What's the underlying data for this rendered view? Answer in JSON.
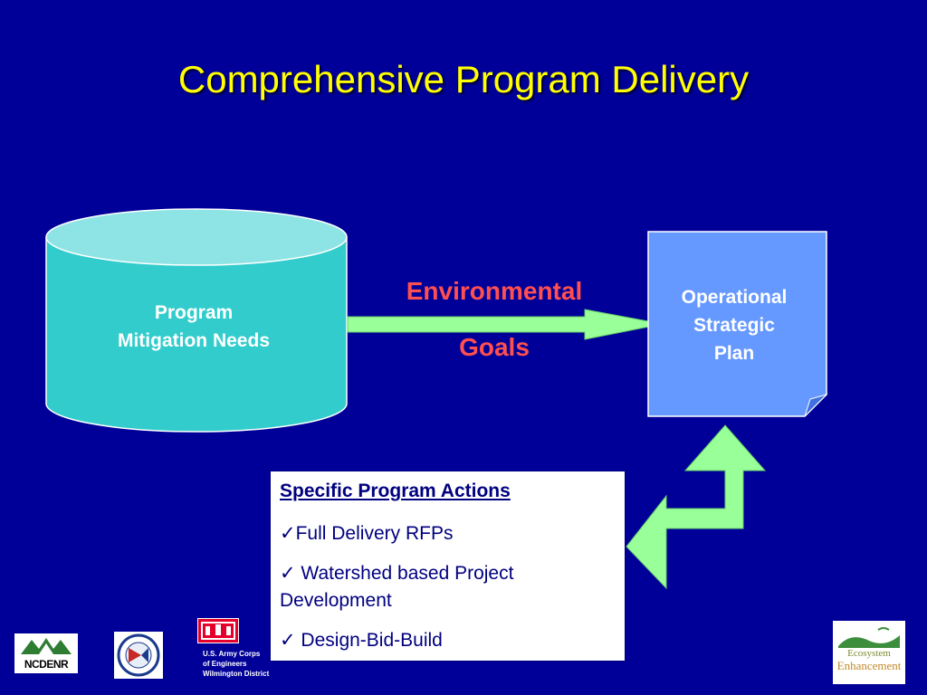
{
  "slide": {
    "title": "Comprehensive Program Delivery",
    "background_color": "#000099",
    "title_color": "#FFFF00"
  },
  "diagram": {
    "source_node": {
      "line1": "Program",
      "line2": "Mitigation Needs",
      "color": "#33CCCC"
    },
    "connector_label": {
      "line1": "Environmental",
      "line2": "Goals",
      "color": "#FF4F4F"
    },
    "target_node": {
      "line1": "Operational",
      "line2": "Strategic",
      "line3": "Plan",
      "color": "#6699FF"
    },
    "arrow_color": "#99FF99"
  },
  "actions": {
    "heading": "Specific Program Actions",
    "items": [
      "✓Full Delivery RFPs",
      "✓ Watershed based Project Development",
      "✓ Design-Bid-Build"
    ]
  },
  "logos": {
    "ncdenr": {
      "text": "NCDENR",
      "icon": "ncdenr-logo"
    },
    "dot": {
      "icon": "ncdot-seal"
    },
    "usace": {
      "icon": "usace-castle",
      "line1": "U.S. Army Corps",
      "line2": "of Engineers",
      "line3": "Wilmington District"
    },
    "eep": {
      "icon": "eep-logo",
      "line1": "Ecosystem",
      "line2": "Enhancement"
    }
  }
}
